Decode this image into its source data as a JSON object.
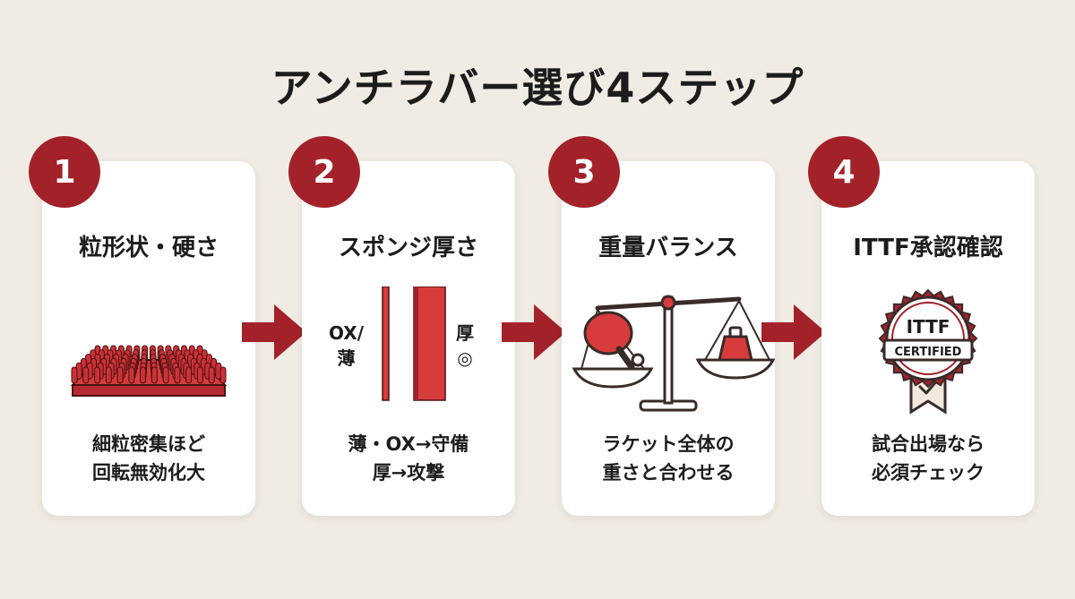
{
  "title": "アンチラバー選び4ステップ",
  "steps": [
    {
      "number": "1",
      "title": "粒形状・硬さ",
      "desc": [
        "細粒密集ほど",
        "回転無効化大"
      ]
    },
    {
      "number": "2",
      "title": "スポンジ厚さ",
      "desc": [
        "薄・OX→守備",
        "厚→攻撃"
      ],
      "labels": {
        "thin": [
          "OX/",
          "薄"
        ],
        "thick": [
          "厚",
          "◎"
        ]
      }
    },
    {
      "number": "3",
      "title": "重量バランス",
      "desc": [
        "ラケット全体の",
        "重さと合わせる"
      ]
    },
    {
      "number": "4",
      "title": "ITTF承認確認",
      "desc": [
        "試合出場なら",
        "必須チェック"
      ],
      "seal": {
        "top": "ITTF",
        "ribbon": "CERTIFIED"
      }
    }
  ],
  "colors": {
    "accent": "#a3222a",
    "accent_light": "#d63c3c",
    "background": "#f1ece3",
    "card": "#ffffff"
  },
  "icons": [
    "pimples-icon",
    "sponge-thickness-icon",
    "balance-scale-icon",
    "ittf-seal-icon",
    "arrow-right-icon"
  ]
}
